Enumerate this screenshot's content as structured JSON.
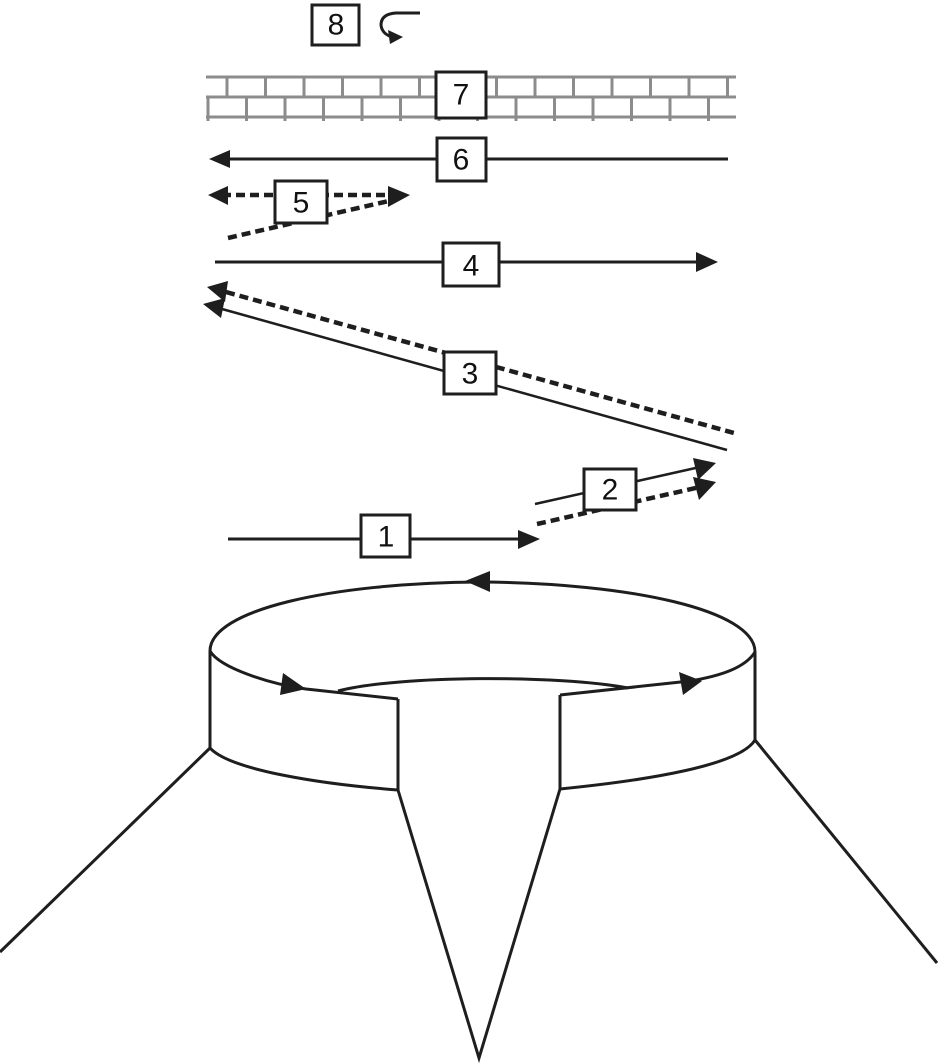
{
  "diagram": {
    "colors": {
      "ink": "#1e1e1e",
      "wall": "#8c8c8c",
      "background": "#ffffff"
    },
    "labels": [
      {
        "id": "1",
        "text": "1"
      },
      {
        "id": "2",
        "text": "2"
      },
      {
        "id": "3",
        "text": "3"
      },
      {
        "id": "4",
        "text": "4"
      },
      {
        "id": "5",
        "text": "5"
      },
      {
        "id": "6",
        "text": "6"
      },
      {
        "id": "7",
        "text": "7"
      },
      {
        "id": "8",
        "text": "8"
      }
    ],
    "icons": {
      "return_arrow": "curved-return-arrow"
    }
  }
}
